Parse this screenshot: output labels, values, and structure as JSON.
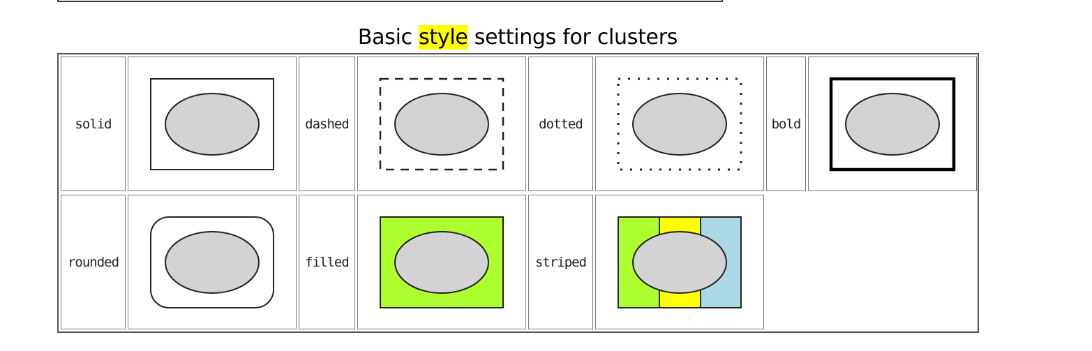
{
  "caption": {
    "before": "Basic ",
    "highlight": "style",
    "after": " settings for clusters",
    "highlight_color": "#ffff00"
  },
  "styles": [
    {
      "label": "solid"
    },
    {
      "label": "dashed"
    },
    {
      "label": "dotted"
    },
    {
      "label": "bold"
    },
    {
      "label": "rounded",
      "fill": "#ffffff"
    },
    {
      "label": "filled",
      "fill": "#adff2f"
    },
    {
      "label": "striped",
      "stripes": [
        "#adff2f",
        "#ffff00",
        "#add8e6"
      ]
    }
  ],
  "colors": {
    "node_fill": "#d3d3d3",
    "stroke": "#222222"
  }
}
